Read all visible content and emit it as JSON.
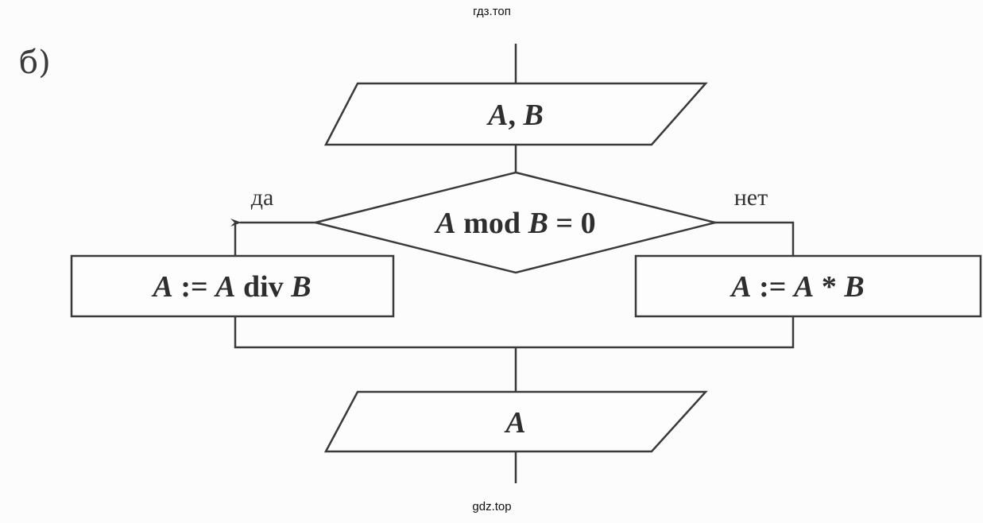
{
  "watermark_top": "гдз.топ",
  "watermark_bottom": "gdz.top",
  "part_label": "б)",
  "input_block": {
    "a": "A",
    "sep": ", ",
    "b": "B"
  },
  "condition": {
    "a": "A",
    "op": " mod ",
    "b": "B",
    "rest": " = 0"
  },
  "yes_label": "да",
  "no_label": "нет",
  "yes_action": {
    "a1": "A",
    "assign": " := ",
    "a2": "A",
    "op": " div ",
    "b": "B"
  },
  "no_action": {
    "a1": "A",
    "assign": " := ",
    "a2": "A",
    "op": " * ",
    "b": "B"
  },
  "output_block": {
    "a": "A"
  },
  "colors": {
    "line": "#3a3a3a",
    "background": "#fcfcfc"
  }
}
